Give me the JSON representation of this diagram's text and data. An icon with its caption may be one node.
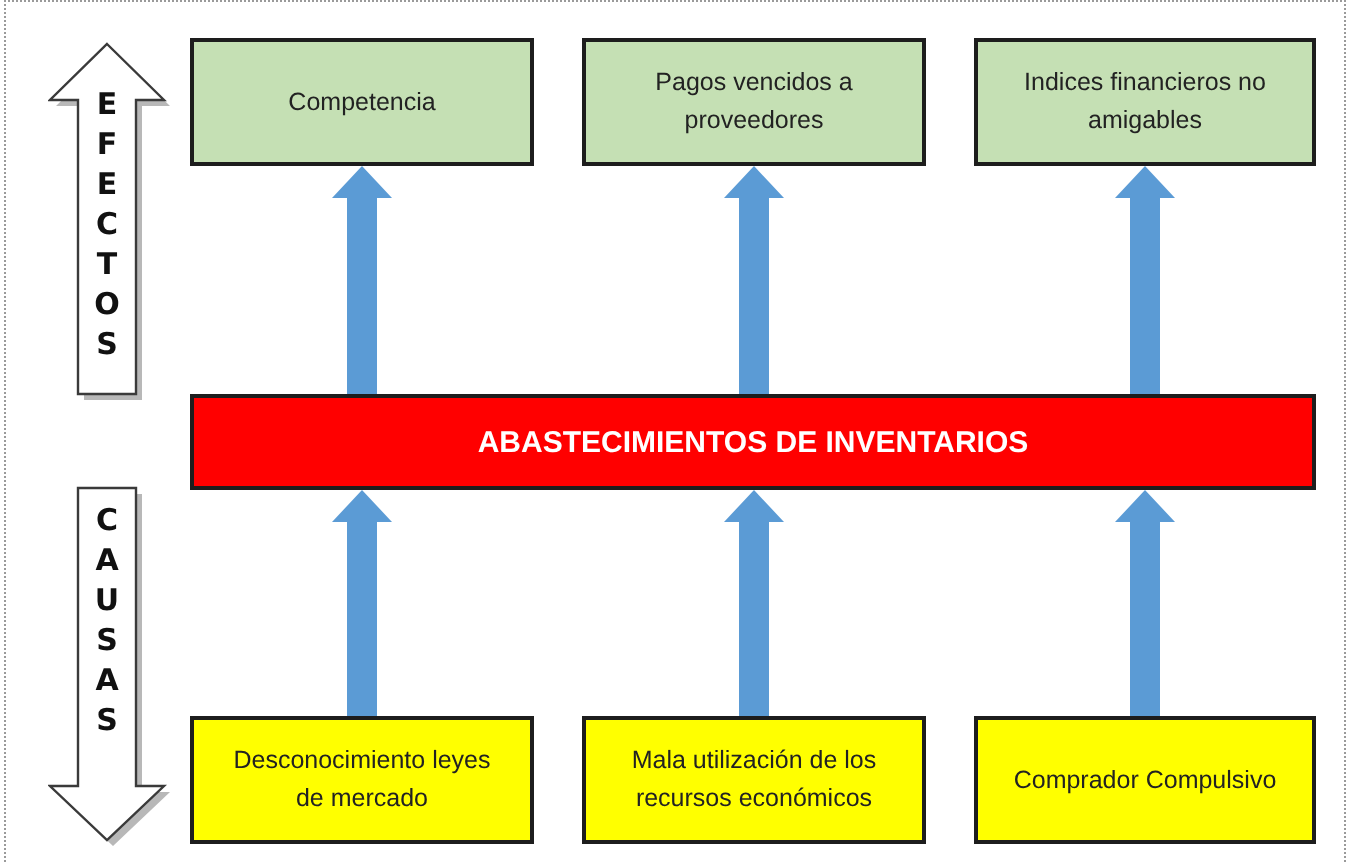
{
  "diagram": {
    "nodes": [
      {
        "text": [
          "EFECTOS"
        ]
      },
      {
        "text": [
          "Competencia"
        ]
      },
      {
        "text": [
          "Pagos vencidos a proveedores"
        ]
      },
      {
        "text": [
          "Indices financieros no amigables"
        ]
      },
      {
        "text": [
          "ABASTECIMIENTOS DE INVENTARIOS"
        ]
      },
      {
        "text": [
          "CAUSAS"
        ]
      },
      {
        "text": [
          "Desconocimiento leyes de mercado"
        ]
      },
      {
        "text": [
          "Mala utilización de los recursos económicos"
        ]
      },
      {
        "text": [
          "Comprador Compulsivo"
        ]
      }
    ],
    "edges": [
      {
        "from": 4,
        "to": 1,
        "arrow": "to"
      },
      {
        "from": 4,
        "to": 2,
        "arrow": "to"
      },
      {
        "from": 4,
        "to": 3,
        "arrow": "to"
      },
      {
        "from": 6,
        "to": 4,
        "arrow": "to"
      },
      {
        "from": 7,
        "to": 4,
        "arrow": "to"
      },
      {
        "from": 8,
        "to": 4,
        "arrow": "to"
      }
    ]
  }
}
